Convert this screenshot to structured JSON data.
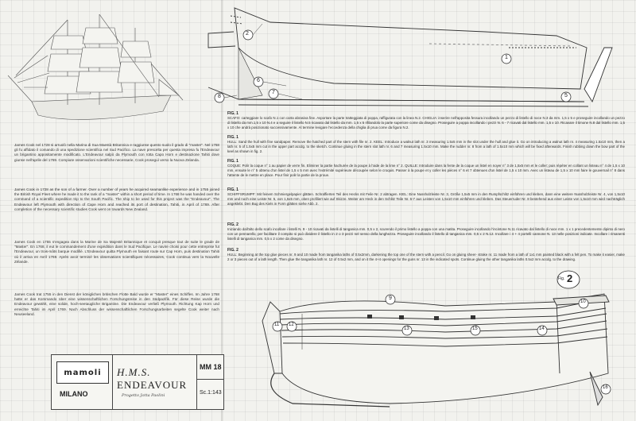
{
  "history": {
    "italian": "James Cook nel 1728 si arruolò nella Marina di Sua Maestà Britannica e raggiunse questo suolo il grado di \"master\". Nel 1768 gli fu affidato il comando di una spedizione scientifica nel Sud Pacifico. La nave prescelta per questa impresa fu l'Endeavour un brigantino appositamente modificato. L'Endeavour salpò da Plymouth con rotta Capo Horn e destinazione Tahiti dove giunse nell'aprile del 1769. Compiute osservazioni scientifiche necessarie, Cook proseguì verso la Nuova Zelanda.",
    "english": "James Cook in 1728 as the son of a farmer. Over a number of years he acquired seamanlike experience and in 1755 joined the British Royal Fleet where he made it to the rank of a \"master\" within a short period of time. In 1768 he was handed over the command of a scientific expedition trip to the South Pacific. The ship to be used for this project was the \"Endeavour\". The Endeavour left Plymouth with direction of Cape Horn and reached its port of destination, Tahiti, in April of 1769. After completion of the necessary scientific studies Cook went on towards New Zealand.",
    "french": "James Cook en 1755 s'engagea dans la Marine de Sa Majesté Britannique et conquit presque tout de suite le grade de \"Master\". En 1768, il eut le commandement d'une expédition dans le Sud Pacifique. Le navire choisi pour cette entreprise fut l'Endeavour, un trois-mâts barque modifié. L'Endeavour quitta Plymouth en faisant route sur Cap Horn, puis destination Tahiti où il arriva en Avril 1769. Après avoir terminé les observations scientifiques nécessaires, Cook continua vers la Nouvelle Zélande.",
    "german": "James Cook trat 1755 in den Dienst der königlichen britischen Flotte Bald wurde er \"Master\" eines Schiffes. Im Jahre 1768 hatte er das Kommando über eine wissenschaftlichen Forschungsreise in den Südpazifik. Für diese Reise wurde die Endeavour gewählt, eine solide, hoch-seetaugliche Brigantine. Die Endeavour verließ Plymouth. Richtung Kap Horn und erreichte Tahiti im April 1769. Nach Abschluss der wissenschaftlichen Forschungsarbeiten segelte Cook weiter nach Neuseeland."
  },
  "figure1": {
    "label": "FIG. 1",
    "callouts": [
      "2",
      "1",
      "5",
      "6",
      "7",
      "8"
    ],
    "italian": "SCAFO: carteggiare lo scafo N.1 con carta abrasiva fine. Asportare la parte tratteggiata di poppa, raffigurata con la linea N.2. CHIGLIA: inserire nell'apposita fessura incollando un pezzo di listello di noce N.3 da mm. 1,5 x 5 e proseguire incollando un pezzo di listello da mm.1,5 x 10 N.4 e a seguire il listello N.5 ricavato dal listello da mm. 1,5 x 5 rifilandolo la parte superiore come da disegno. Proseguire a poppa incollando i pezzi N. 6 - 7 ricavati dal listello mm. 1,5 x 10. Ricavare il timone N.8 dal listello mm. 1,5 x 10 che andrà posizionato successivamente. Al termine levigare l'eccedenza della chiglia di prua come da figura N.2.",
    "english": "HULL: Sand the hull with fine sandpaper. Remove the hatched part of the stern with file nr. 2. KEEL: Introduce a walnut lath nr. 3 measuring 1.5x5 mm in the slot under the hull and glue it. Go on introducing a walnut lath nr. 4 measuring 1.5x10 mm, then a lath nr. 5 of 1.5x5 mm cut in the upper part accdg. to the sketch. Continue gluing in the stern slot lath nr. 6 and 7 measuring 1.5x10 mm. Make the rudder nr. 8 from a lath of 1.5x10 mm which will be fixed afterwards. Finish rubbing down the bow part of the keel as shown in fig. 2.",
    "french": "COQUE: Polir la coque n° 1 au papier de verre fin. Eliminer la partie hachurée de la poupe à l'aide de la lime n° 2. QUILLE: Introduire dans la fente de la coque un listel en noyer n° 3 de 1,5x5 mm et le coller; puis répéter en collant un listeau n° 4 de 1,5 x 10 mm, ensuite le n° 5 obtenu d'un listel de 1,5 x 5 mm avec l'extrémité supérieure découpée selon le croquis. Passer à la poupe et y coller les pièces n° 6 et 7 obtenues d'un listel de 1,5 x 10 mm. Avec un listeau de 1,5 x 10 mm faire le gouvernail n° 8 dans l'attente de le mettre en place. Pour finir polir la partie de la proue.",
    "german": "SCHIFFSRUMPF: Mit feinem Schmiergelpapier glätten. Schraffierten Teil des Hecks mit Feile Nr. 2 abtragen. KIEL: Eine Nussholzleiste Nr. 3, Größe 1,5x5 mm in den Rumpfschlitz einführen und kleben, dann eine weitere Nussholzleiste Nr. 4, von 1,5x10 mm und noch eine Leiste Nr. 5, von 1,5x5 mm, oben profiliert wie auf Skizze. Weiter am Heck in den Schlitz Teile Nr. 6-7 aus Leisten von 1,5x10 mm einführen und kleben. Das Steuerruder Nr. 8 bestehend aus einer Leiste von 1,5x10 mm wird nachträglich angeklebt. Den Bug des Kiels in Form glätten siehe Abb. 2."
  },
  "figure2": {
    "label": "FIG. 2",
    "marker": "2",
    "marker_prefix": "Fig.",
    "callouts": [
      "9",
      "11",
      "12",
      "13",
      "15",
      "14",
      "10",
      "16"
    ],
    "italian": "Iniziando dall'alto dello scafo incollare i listelli N. 9 - 10 ricavati da listelli di tanganica mm. 0,5 x 2, scurendo il primo listello a poppa con una matita. Proseguire incollando l'incintone N.11 ricavato dal listello di noce mm. 1 x 1 precedentemente dipinto di nero con un pennarello, per facilitare il compito si può dividere il listello in 2 o 3 pezzi nel senso della lunghezza. Proseguire incollando il listello di tanganica mm. 0,5 x 2 N.12. Incollare i 4 + 4 portelli cannone N. 13 nelle posizioni indicate. Incollare i rimanenti listelli di tanganica mm. 0,5 x 2 come da disegno.",
    "english": "HULL: Beginning at the top glue pieces nr. 9 and 10 made from tanganika laths of 0.5x2mm, darkening the top one of the stern with a pencil. Go on gluing sheer- strake nr. 11 made from a lath of 1x1 mm painted black with a felt pen. To make it easier, make 2 or 3 pieces out of a lath length. Then glue the tanganika lath nr. 12 of 0.5x2 mm, and on it the 4+4 openings for the guns nr. 13 in the indicated spots. Continue gluing the other tanganika laths 0.5x2 mm accdg. to the drawing."
  },
  "title_block": {
    "logo": "mamoli",
    "city": "MILANO",
    "ship_prefix": "H.M.S.",
    "ship_name": "ENDEAVOUR",
    "signature": "Progetto Jotta Paolini",
    "code": "MM 18",
    "scale": "Sc.1:143"
  }
}
